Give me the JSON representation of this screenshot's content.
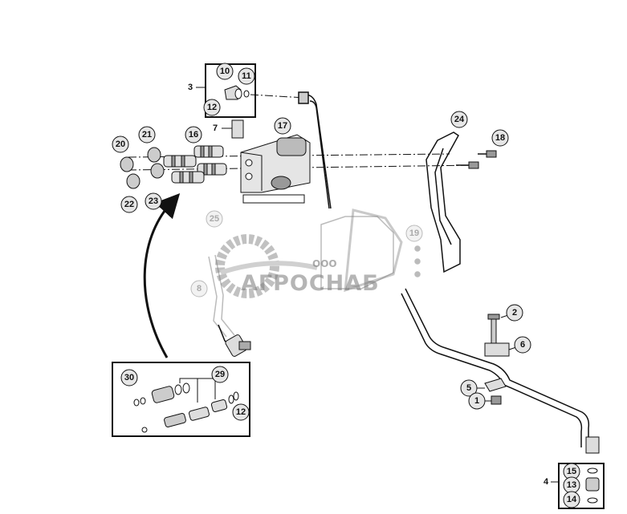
{
  "callouts": {
    "c1": "1",
    "c2": "2",
    "c3": "3",
    "c4": "4",
    "c5": "5",
    "c6": "6",
    "c7": "7",
    "c8": "8",
    "c10": "10",
    "c11": "11",
    "c12a": "12",
    "c12b": "12",
    "c13": "13",
    "c14": "14",
    "c15": "15",
    "c16": "16",
    "c17": "17",
    "c18": "18",
    "c19": "19",
    "c20": "20",
    "c21": "21",
    "c22": "22",
    "c23": "23",
    "c24": "24",
    "c25": "25",
    "c29": "29",
    "c30": "30"
  },
  "watermark": {
    "brand": "АГРОСНАБ",
    "prefix": "ООО"
  },
  "colors": {
    "line": "#111111",
    "faded": "#bbbbbb",
    "watermark": "#888888"
  }
}
